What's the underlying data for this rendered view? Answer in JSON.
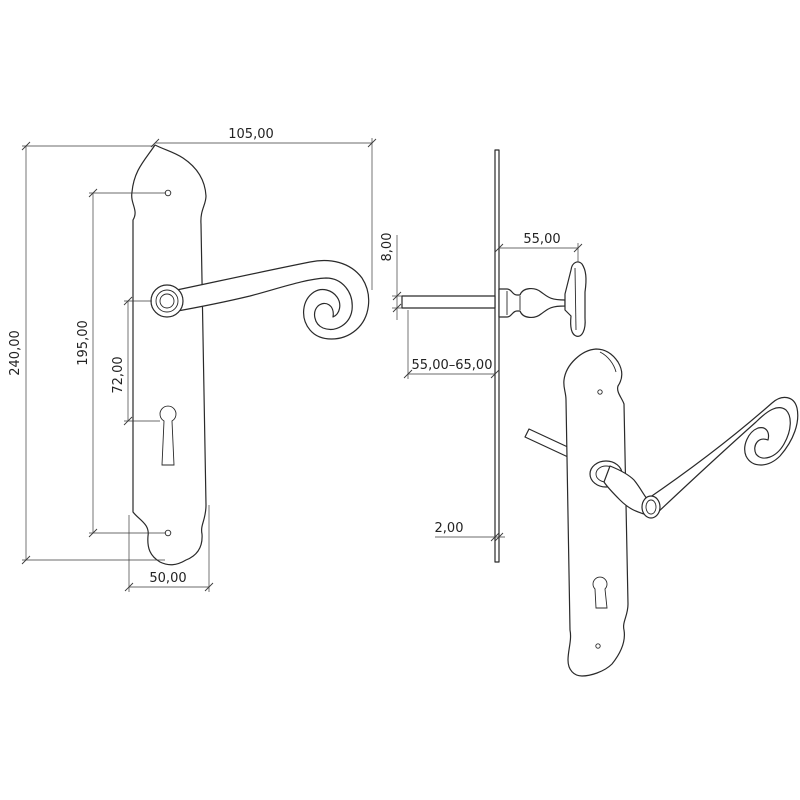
{
  "dimensions": {
    "overall_width": "105,00",
    "overall_height": "240,00",
    "screw_spacing": "195,00",
    "handle_to_keyhole": "72,00",
    "plate_width": "50,00",
    "spindle_square": "8,00",
    "rose_projection": "55,00",
    "spindle_length": "55,00–65,00",
    "plate_thickness": "2,00"
  }
}
